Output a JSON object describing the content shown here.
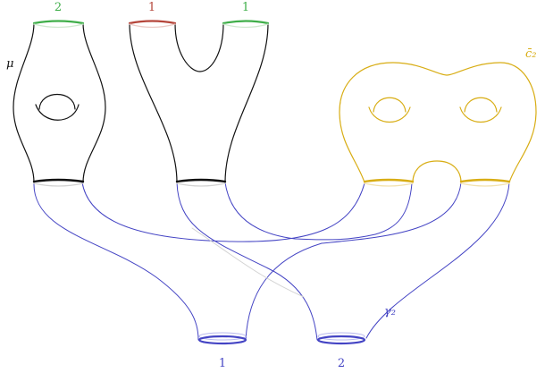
{
  "colors": {
    "black": "#111111",
    "green": "#3fae49",
    "red": "#b5453a",
    "yellow": "#d8ad14",
    "blue": "#4444c4",
    "faint": "#d2d2d2"
  },
  "labels": {
    "top_left": "2",
    "top_middle_left": "1",
    "top_middle_right": "1",
    "mu": "μ",
    "c2": "c̄₂",
    "gamma2": "γ₂",
    "bottom_left": "1",
    "bottom_right": "2"
  }
}
